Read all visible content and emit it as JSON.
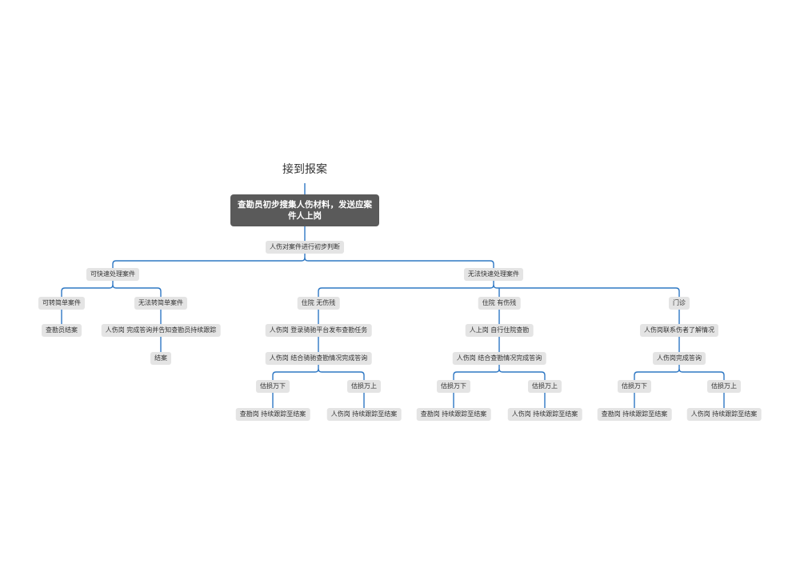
{
  "diagram": {
    "root": "接到报案",
    "main": "查勘员初步搜集人伤材料，发送应案件人上岗",
    "judge": "人伤对案件进行初步判断",
    "fast": {
      "label": "可快速处理案件",
      "a": {
        "label": "可转简单案件",
        "child": "查勘员结案"
      },
      "b": {
        "label": "无法转简单案件",
        "c1": "人伤岗 完成答询并告知查勘员持续跟踪",
        "c2": "结案"
      }
    },
    "slow": {
      "label": "无法快速处理案件",
      "g1": {
        "label": "住院 无伤残",
        "s1": "人伤岗 登录骑驰平台发布查勘任务",
        "s2": "人伤岗 结合骑驰查勘情况完成答询",
        "l": {
          "label": "估损万下",
          "leaf": "查勘岗 持续跟踪至结案"
        },
        "r": {
          "label": "估损万上",
          "leaf": "人伤岗 持续跟踪至结案"
        }
      },
      "g2": {
        "label": "住院 有伤残",
        "s1": "人上岗 自行住院查勘",
        "s2": "人伤岗 结合查勘情况完成答询",
        "l": {
          "label": "估损万下",
          "leaf": "查勘岗 持续跟踪至结案"
        },
        "r": {
          "label": "估损万上",
          "leaf": "人伤岗 持续跟踪至结案"
        }
      },
      "g3": {
        "label": "门诊",
        "s1": "人伤岗联系伤者了解情况",
        "s2": "人伤岗完成答询",
        "l": {
          "label": "估损万下",
          "leaf": "查勘岗 持续跟踪至结案"
        },
        "r": {
          "label": "估损万上",
          "leaf": "人伤岗 持续跟踪至结案"
        }
      }
    }
  },
  "colors": {
    "connector": "#2f78c4",
    "node_fill": "#e4e4e4",
    "main_fill": "#5a5a5a"
  }
}
